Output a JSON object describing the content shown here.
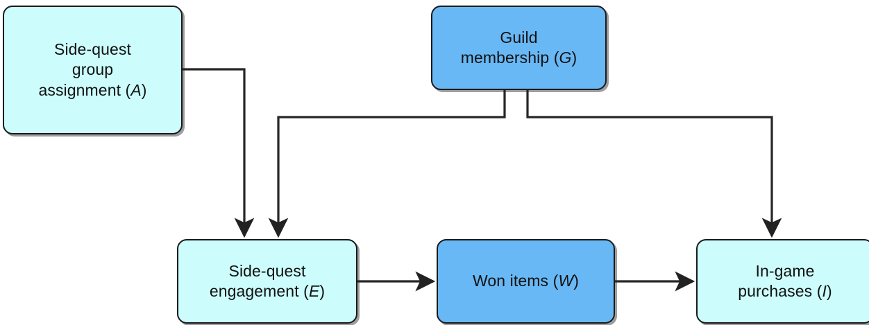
{
  "diagram": {
    "type": "causal-dag",
    "title": "",
    "background_color": "#ffffff",
    "palette": {
      "node_fill_light": "#ccfcfc",
      "node_fill_blue": "#68b8f5",
      "node_border": "#1a1a1a",
      "edge_color": "#262626",
      "text_color": "#111111"
    },
    "nodes": [
      {
        "id": "A",
        "label": "Side-quest\ngroup\nassignment (A)",
        "symbol": "A",
        "fill": "#ccfcfc",
        "row": "top"
      },
      {
        "id": "G",
        "label": "Guild\nmembership (G)",
        "symbol": "G",
        "fill": "#68b8f5",
        "row": "top"
      },
      {
        "id": "E",
        "label": "Side-quest\nengagement (E)",
        "symbol": "E",
        "fill": "#ccfcfc",
        "row": "bottom"
      },
      {
        "id": "W",
        "label": "Won items (W)",
        "symbol": "W",
        "fill": "#68b8f5",
        "row": "bottom"
      },
      {
        "id": "I",
        "label": "In-game\npurchases (I)",
        "symbol": "I",
        "fill": "#ccfcfc",
        "row": "bottom"
      }
    ],
    "edges": [
      {
        "id": "A-E",
        "from": "A",
        "to": "E",
        "style": "orthogonal",
        "arrowhead": "filled-triangle"
      },
      {
        "id": "G-E",
        "from": "G",
        "to": "E",
        "style": "orthogonal",
        "arrowhead": "filled-triangle"
      },
      {
        "id": "G-I",
        "from": "G",
        "to": "I",
        "style": "orthogonal",
        "arrowhead": "filled-triangle"
      },
      {
        "id": "E-W",
        "from": "E",
        "to": "W",
        "style": "straight",
        "arrowhead": "filled-triangle"
      },
      {
        "id": "W-I",
        "from": "W",
        "to": "I",
        "style": "straight",
        "arrowhead": "filled-triangle"
      }
    ]
  }
}
